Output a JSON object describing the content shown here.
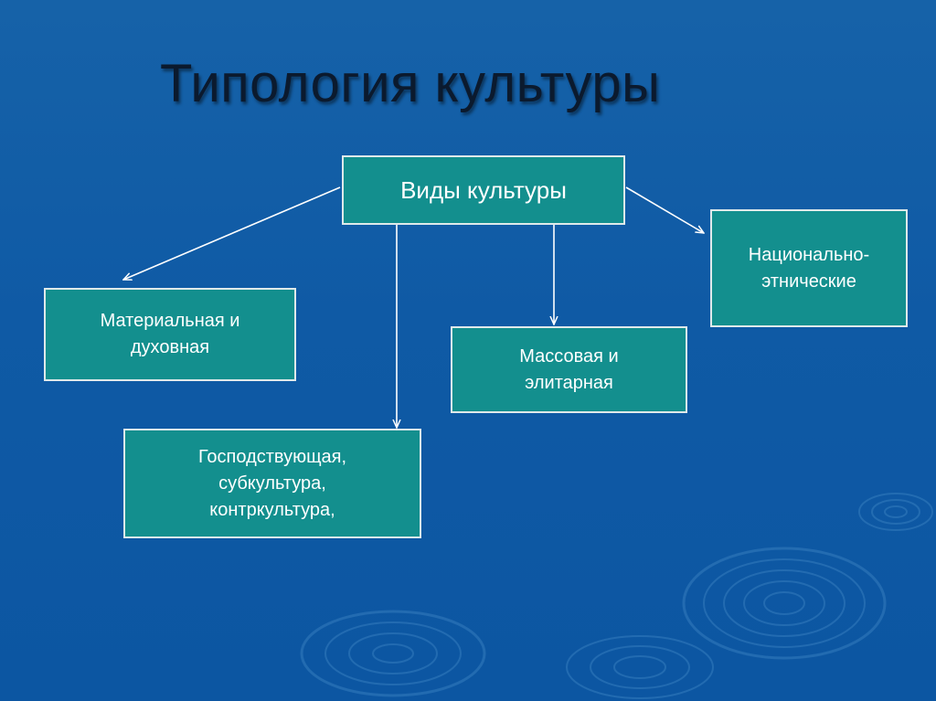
{
  "slide": {
    "title": "Типология культуры"
  },
  "diagram": {
    "root": "Виды культуры",
    "nodes": [
      {
        "key": "material",
        "label": "Материальная и\nдуховная"
      },
      {
        "key": "dominant",
        "label": "Господствующая,\nсубкультура,\nконтркультура,"
      },
      {
        "key": "mass",
        "label": "Массовая и\nэлитарная"
      },
      {
        "key": "national",
        "label": "Национально-\nэтнические"
      }
    ]
  },
  "colors": {
    "background": "#0f5aa5",
    "box_fill": "#138f8e",
    "box_border": "#dfe9ea",
    "arrow": "#ffffff",
    "title_text": "#0b1a2e"
  }
}
